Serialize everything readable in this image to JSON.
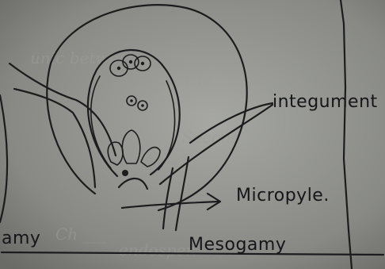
{
  "labels": {
    "integument": "integument",
    "micropyle": "Micropyle.",
    "mesogamy": "Mesogamy",
    "left_partial": "amy"
  },
  "colors": {
    "paper": "#7d7e78",
    "ink": "#1c1c1f"
  }
}
